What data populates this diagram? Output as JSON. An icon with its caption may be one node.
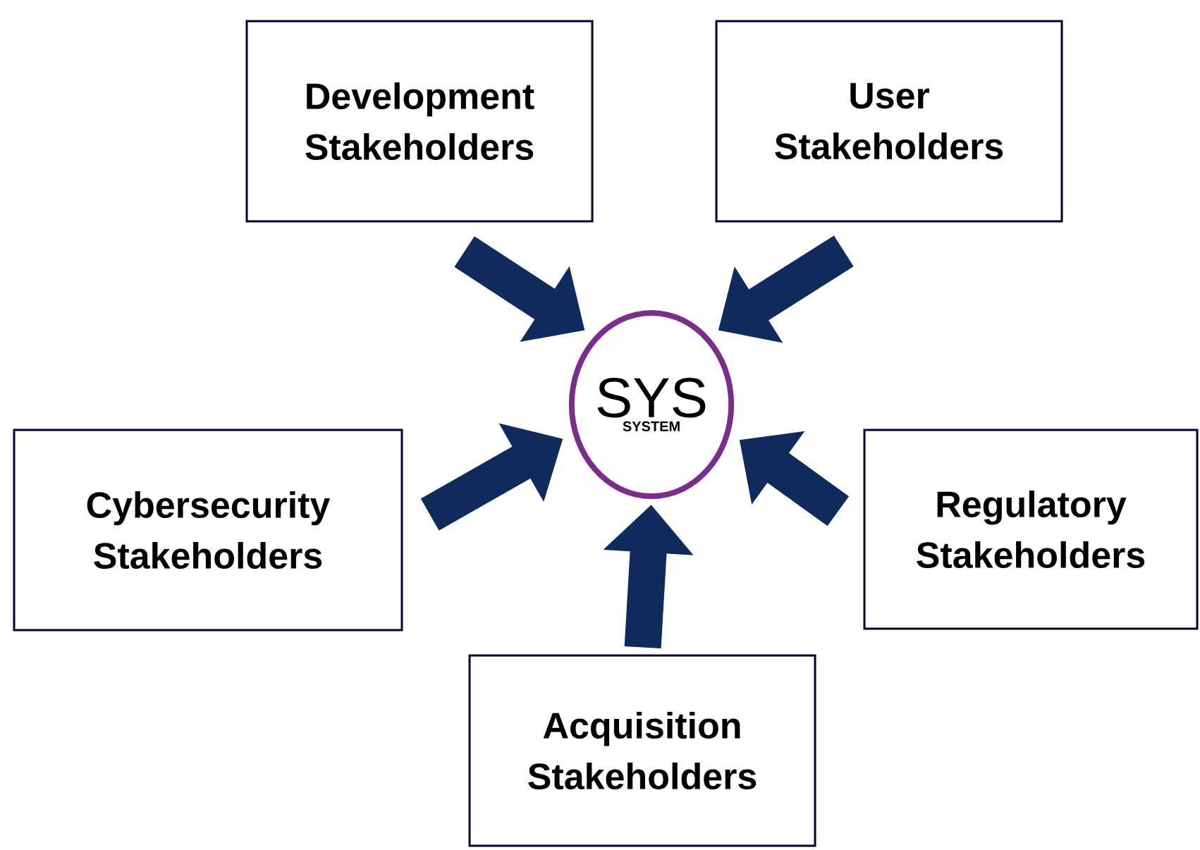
{
  "diagram": {
    "nodes": [
      {
        "text": [
          "Development Stakeholders"
        ]
      },
      {
        "text": [
          "User Stakeholders"
        ]
      },
      {
        "text": [
          "SYS",
          "SYSTEM"
        ]
      },
      {
        "text": [
          "Cybersecurity Stakeholders"
        ]
      },
      {
        "text": [
          "Regulatory Stakeholders"
        ]
      },
      {
        "text": [
          "Acquisition Stakeholders"
        ]
      }
    ],
    "edges": [
      {
        "from": 0,
        "to": 2,
        "arrow": "to"
      },
      {
        "from": 1,
        "to": 2,
        "arrow": "to"
      },
      {
        "from": 3,
        "to": 2,
        "arrow": "to"
      },
      {
        "from": 4,
        "to": 2,
        "arrow": "to"
      },
      {
        "from": 5,
        "to": 2,
        "arrow": "to"
      }
    ]
  }
}
